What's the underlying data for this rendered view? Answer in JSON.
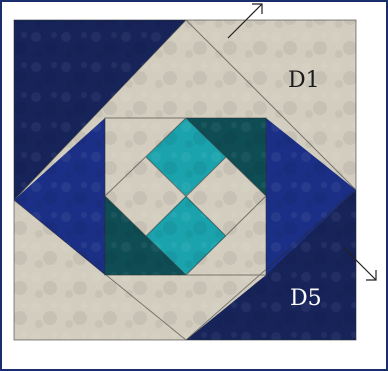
{
  "diagram": {
    "labels": {
      "d1": "D1",
      "d5": "D5"
    },
    "colors": {
      "navy": "#17245a",
      "navy_dark": "#0e1838",
      "royal_blue": "#1b2f86",
      "teal_dark": "#0f4d55",
      "teal_bright": "#1aa3ad",
      "cream": "#d2cdbf",
      "label_dark": "#1a1a1a",
      "label_light": "#ffffff",
      "frame": "#1a2e6e"
    },
    "arrows": [
      "arrow-up-right",
      "arrow-down-right"
    ]
  }
}
